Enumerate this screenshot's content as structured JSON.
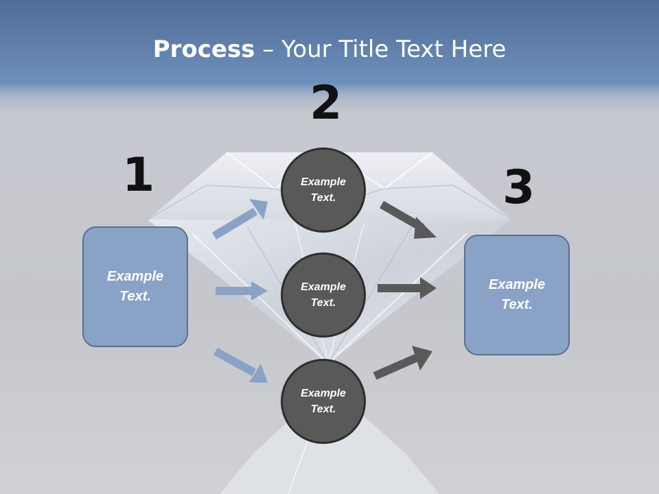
{
  "title": {
    "bold": "Process",
    "rest": " – Your Title Text Here"
  },
  "steps": [
    "1",
    "2",
    "3"
  ],
  "left_box": {
    "text": "Example\nText."
  },
  "right_box": {
    "text": "Example\nText."
  },
  "circles": [
    {
      "text": "Example\nText."
    },
    {
      "text": "Example\nText."
    },
    {
      "text": "Example\nText."
    }
  ],
  "colors": {
    "box_fill": "#8aa2c6",
    "circle_fill": "#595959",
    "arrow_left": "#8aa2c6",
    "arrow_right": "#595959"
  }
}
